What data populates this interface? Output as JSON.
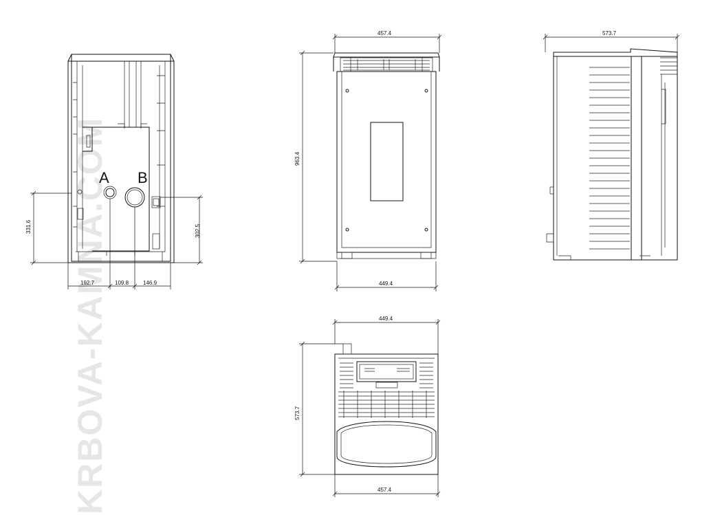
{
  "watermark": "KRBOVA-KAMNA.COM",
  "connections": {
    "a": "A",
    "b": "B"
  },
  "back_view": {
    "dims": {
      "h1": "331.6",
      "h2": "302.5",
      "w1": "192.7",
      "w2": "109.8",
      "w3": "146.9"
    }
  },
  "front_view": {
    "dims": {
      "top": "457.4",
      "height": "963.4",
      "bottom": "449.4"
    }
  },
  "side_view": {
    "dims": {
      "top": "573.7"
    }
  },
  "top_view": {
    "dims": {
      "top": "449.4",
      "depth": "573.7",
      "bottom": "457.4"
    }
  }
}
